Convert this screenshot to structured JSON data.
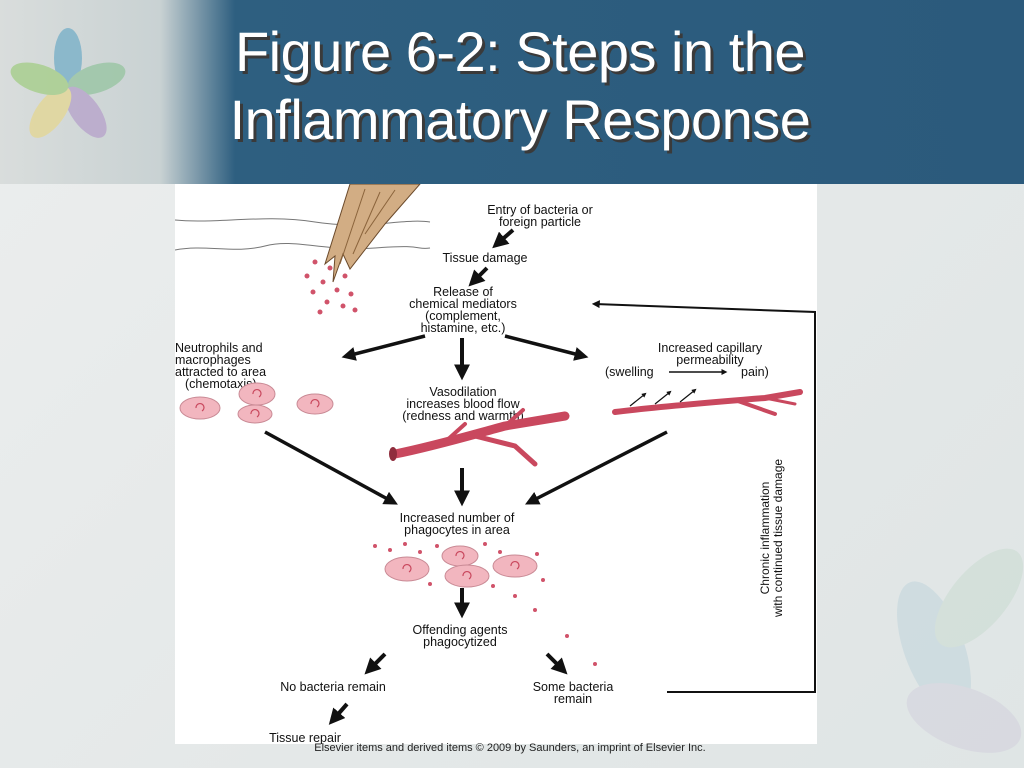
{
  "slide": {
    "title_line1": "Figure 6-2: Steps in the",
    "title_line2": "Inflammatory Response",
    "caption": "Elsevier items and derived items © 2009 by Saunders, an imprint of Elsevier Inc."
  },
  "diagram": {
    "entry_l1": "Entry of bacteria or",
    "entry_l2": "foreign particle",
    "tissue_damage": "Tissue damage",
    "release_l1": "Release of",
    "release_l2": "chemical mediators",
    "release_l3": "(complement,",
    "release_l4": "histamine, etc.)",
    "neutro_l1": "Neutrophils and",
    "neutro_l2": "macrophages",
    "neutro_l3": "attracted to area",
    "neutro_l4": "(chemotaxis)",
    "vaso_l1": "Vasodilation",
    "vaso_l2": "increases blood flow",
    "vaso_l3": "(redness and warmth)",
    "cap_l1": "Increased capillary",
    "cap_l2": "permeability",
    "cap_l3a": "(swelling",
    "cap_l3b": "pain)",
    "phago_l1": "Increased number of",
    "phago_l2": "phagocytes in area",
    "offend_l1": "Offending agents",
    "offend_l2": "phagocytized",
    "no_bacteria": "No bacteria remain",
    "some_l1": "Some bacteria",
    "some_l2": "remain",
    "repair": "Tissue repair",
    "chronic_l1": "Chronic inflammation",
    "chronic_l2": "with continued tissue damage"
  },
  "colors": {
    "title_bar": "#2b5a7c",
    "cell": "#f2b6bf",
    "vessel": "#c9485e",
    "dots": "#d0536a",
    "wood": "#c9a27a"
  }
}
